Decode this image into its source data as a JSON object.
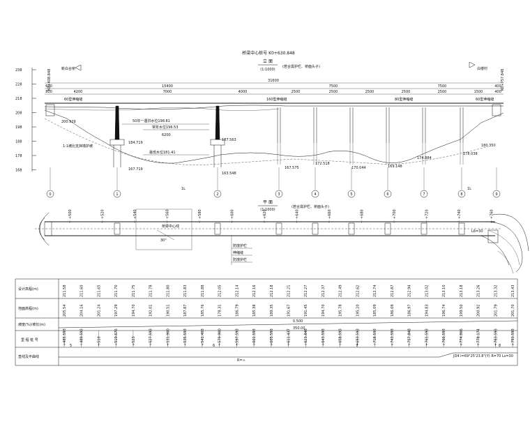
{
  "title": {
    "main": "桥梁中心桩号 K0+630.848"
  },
  "directions": {
    "left": "新白合桥",
    "right": "白楼村"
  },
  "elevation_view": {
    "label": "立 面",
    "scale": "(1:1000)",
    "scale_note": "(若合需护栏、桥面头子)",
    "start_station": "K0+408.848",
    "end_station": "K0+757.848",
    "elev_ticks": [
      "238",
      "228",
      "218",
      "208",
      "198",
      "188",
      "178",
      "168"
    ],
    "total_length": "31600",
    "spans_top": [
      "15400",
      "7500",
      "7500"
    ],
    "spans_mid": [
      "4200",
      "7000",
      "4000",
      "2500",
      "2500",
      "2500",
      "2500",
      "2500",
      "1500"
    ],
    "edge_left": [
      "600",
      "800"
    ],
    "edge_right": [
      "400",
      "400"
    ],
    "joints": [
      "60型伸缩缝",
      "160型伸缩缝",
      "80型伸缩缝",
      "60型伸缩缝"
    ],
    "high_water": "50年一遇洪水位198.81",
    "normal_water": "常年水位196.53",
    "low_water": "最低水位181.41",
    "span_label": "6200",
    "slope_note": "1:1坡比支挡墙护坡",
    "elev_labels": [
      "200.929",
      "184.719",
      "167.719",
      "187.563",
      "163.548",
      "167.575",
      "172.518",
      "170.044",
      "169.148",
      "174.884",
      "178.038",
      "180.350"
    ],
    "pier_numbers": [
      "0",
      "1",
      "2",
      "3",
      "4",
      "5",
      "6",
      "7",
      "8",
      "9"
    ],
    "footnote_marks": [
      "1L",
      "1L"
    ]
  },
  "plan_view": {
    "label": "平 面",
    "scale": "(1:1000)",
    "scale_note": "(若合需护栏、桥面头子)",
    "stations": [
      "+500",
      "+520",
      "+540",
      "+560",
      "+580",
      "+600",
      "+620",
      "+640",
      "+660",
      "+680",
      "+700",
      "+720",
      "+740",
      "+760"
    ],
    "center_line_label": "桥梁中心线",
    "angle_label": "30°",
    "curve_tag": "L6=30",
    "legend": [
      "防撞护栏",
      "伸缩缝",
      "防撞护栏"
    ]
  },
  "profile_table": {
    "rows": [
      {
        "label": "设计高程(m)",
        "values": [
          "211.58",
          "211.60",
          "211.65",
          "211.70",
          "211.75",
          "211.78",
          "211.80",
          "211.83",
          "211.88",
          "212.05",
          "212.14",
          "212.16",
          "212.18",
          "212.21",
          "212.27",
          "212.37",
          "212.49",
          "212.62",
          "212.74",
          "212.87",
          "212.94",
          "213.02",
          "213.10",
          "213.18",
          "213.26",
          "213.32",
          "213.43"
        ]
      },
      {
        "label": "地面高程(m)",
        "values": [
          "205.54",
          "204.16",
          "201.24",
          "197.29",
          "194.70",
          "192.01",
          "190.51",
          "187.87",
          "185.76",
          "178.31",
          "186.79",
          "185.38",
          "189.35",
          "191.67",
          "191.45",
          "194.70",
          "195.78",
          "195.20",
          "185.09",
          "186.09",
          "186.97",
          "194.83",
          "196.74",
          "199.50",
          "200.92",
          "201.79",
          "201.70"
        ]
      },
      {
        "label": "坡度(%)/坡长(m)",
        "values": [
          "0.500",
          "350.00"
        ]
      },
      {
        "label": "里 程 桩 号",
        "values": [
          "+485.593",
          "+489.593",
          "+510",
          "+519.676",
          "+523",
          "+527.593",
          "+531.900",
          "+535.593",
          "+541.403",
          "+579.900",
          "+597.593",
          "+601.593",
          "+605.593",
          "+611.437",
          "+623.848",
          "+643.593",
          "+658.593",
          "+693.593",
          "+718.593",
          "+743.593",
          "+757.848",
          "+761.593",
          "+766.593",
          "+774.866",
          "+778.174",
          "+783.593",
          "+793.593"
        ]
      },
      {
        "label": "直线及平曲线",
        "values": [
          "R=∞",
          "JD4 I=69°25'23.8\"(Y) R=70 Ls=30"
        ]
      }
    ],
    "axis_marks": [
      "5",
      "6",
      "7",
      "8"
    ]
  }
}
